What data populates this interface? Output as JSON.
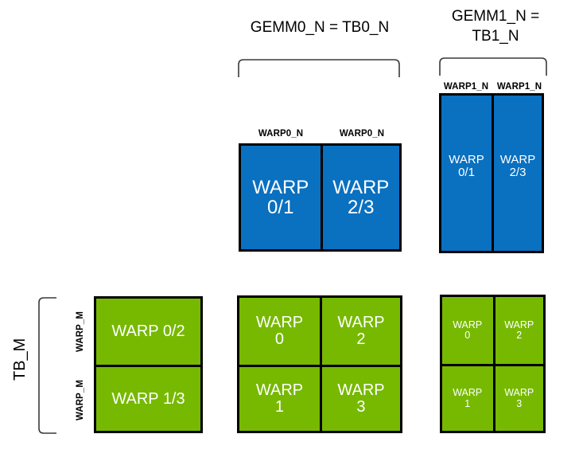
{
  "diagram": {
    "title_gemm0": "GEMM0_N = TB0_N",
    "title_gemm1": "GEMM1_N =\nTB1_N",
    "tb_m_label": "TB_M",
    "colors": {
      "blue": "#0a70c0",
      "green": "#76b900",
      "border": "#000000",
      "brace": "#3a3a3a",
      "background": "#ffffff",
      "text_on_block": "#ffffff",
      "text": "#000000"
    },
    "gemm0_group": {
      "caption_left": "WARP0_N",
      "caption_right": "WARP0_N",
      "cells": [
        {
          "label": "WARP\n0/1"
        },
        {
          "label": "WARP\n2/3"
        }
      ]
    },
    "gemm1_group": {
      "caption_left": "WARP1_N",
      "caption_right": "WARP1_N",
      "cells": [
        {
          "label": "WARP\n0/1"
        },
        {
          "label": "WARP\n2/3"
        }
      ]
    },
    "left_green_group": {
      "caption_top": "WARP_M",
      "caption_bottom": "WARP_M",
      "cells": [
        {
          "label": "WARP 0/2"
        },
        {
          "label": "WARP 1/3"
        }
      ]
    },
    "mid_green_group": {
      "cells": [
        {
          "label": "WARP\n0"
        },
        {
          "label": "WARP\n2"
        },
        {
          "label": "WARP\n1"
        },
        {
          "label": "WARP\n3"
        }
      ]
    },
    "right_green_group": {
      "cells": [
        {
          "label": "WARP\n0"
        },
        {
          "label": "WARP\n2"
        },
        {
          "label": "WARP\n1"
        },
        {
          "label": "WARP\n3"
        }
      ]
    }
  }
}
